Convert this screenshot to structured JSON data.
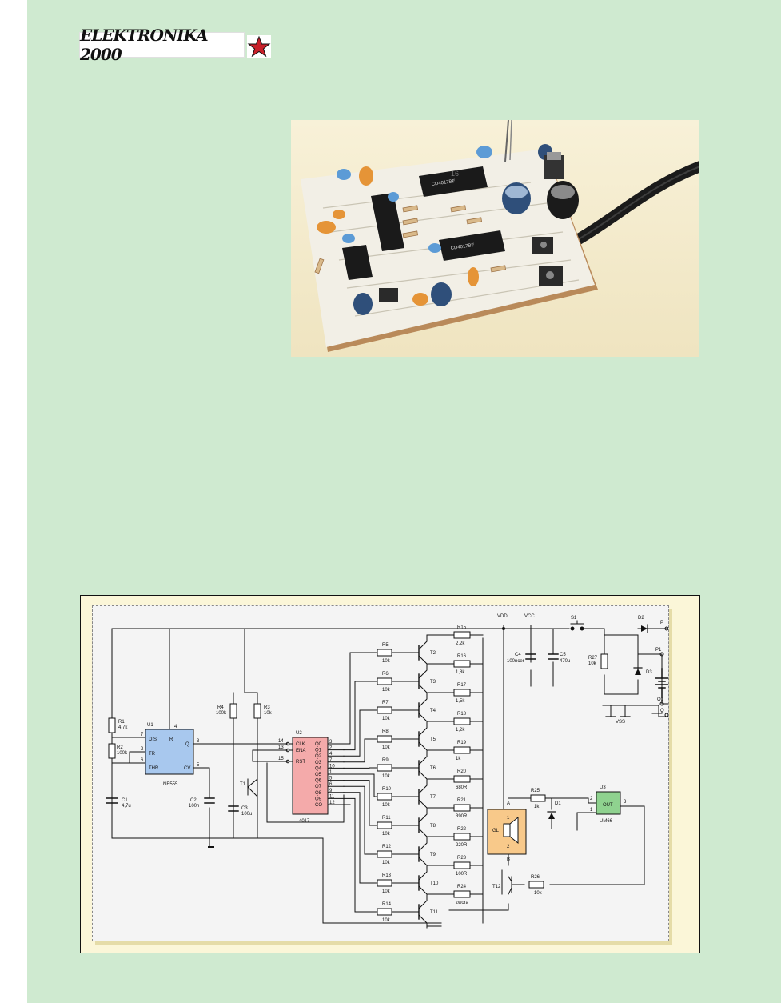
{
  "header": {
    "logo_text": "ELEKTRONIKA 2000",
    "logo_icon": "star-icon"
  },
  "photo": {
    "board_label": "16",
    "chip_labels": [
      "CD4017BE",
      "CD4017BE"
    ]
  },
  "schematic": {
    "power": {
      "vdd": "VDD",
      "vcc": "VCC",
      "vss": "VSS",
      "s1": "S1",
      "d2": "D2",
      "d3": "D3",
      "p": "P",
      "p1": "P1",
      "o1": "O1",
      "o": "O",
      "r27": "R27",
      "r27_val": "10k",
      "c4": "C4",
      "c4_val": "100ncer",
      "c5": "C5",
      "c5_val": "470u"
    },
    "timer": {
      "ref": "U1",
      "name": "NE555",
      "pins": {
        "dis": "DIS",
        "r": "R",
        "q": "Q",
        "tr": "TR",
        "thr": "THR",
        "cv": "CV"
      },
      "pin_numbers": {
        "p7": "7",
        "p4": "4",
        "p3": "3",
        "p2": "2",
        "p6": "6",
        "p5": "5"
      }
    },
    "counter": {
      "ref": "U2",
      "name": "4017",
      "left_pins": [
        {
          "num": "14",
          "label": "CLK"
        },
        {
          "num": "13",
          "label": "ENA"
        },
        {
          "num": "15",
          "label": "RST"
        }
      ],
      "outputs": [
        {
          "label": "Q0",
          "num": "3"
        },
        {
          "label": "Q1",
          "num": "2"
        },
        {
          "label": "Q2",
          "num": "4"
        },
        {
          "label": "Q3",
          "num": "7"
        },
        {
          "label": "Q4",
          "num": "10"
        },
        {
          "label": "Q5",
          "num": "1"
        },
        {
          "label": "Q6",
          "num": "5"
        },
        {
          "label": "Q7",
          "num": "6"
        },
        {
          "label": "Q8",
          "num": "9"
        },
        {
          "label": "Q9",
          "num": "11"
        },
        {
          "label": "CO",
          "num": "12"
        }
      ]
    },
    "left_parts": {
      "r1": "R1",
      "r1_val": "4,7k",
      "r2": "R2",
      "r2_val": "100k",
      "c1": "C1",
      "c1_val": "4,7u",
      "c2": "C2",
      "c2_val": "100n",
      "c3": "C3",
      "c3_val": "100u",
      "r3": "R3",
      "r3_val": "10k",
      "r4": "R4",
      "r4_val": "100k",
      "t1": "T1"
    },
    "stages": [
      {
        "rb": "R5",
        "rb_val": "10k",
        "t": "T2",
        "rc": "R15",
        "rc_val": "2,2k"
      },
      {
        "rb": "R6",
        "rb_val": "10k",
        "t": "T3",
        "rc": "R16",
        "rc_val": "1,8k"
      },
      {
        "rb": "R7",
        "rb_val": "10k",
        "t": "T4",
        "rc": "R17",
        "rc_val": "1,5k"
      },
      {
        "rb": "R8",
        "rb_val": "10k",
        "t": "T5",
        "rc": "R18",
        "rc_val": "1,2k"
      },
      {
        "rb": "R9",
        "rb_val": "10k",
        "t": "T6",
        "rc": "R19",
        "rc_val": "1k"
      },
      {
        "rb": "R10",
        "rb_val": "10k",
        "t": "T7",
        "rc": "R20",
        "rc_val": "680R"
      },
      {
        "rb": "R11",
        "rb_val": "10k",
        "t": "T8",
        "rc": "R21",
        "rc_val": "390R"
      },
      {
        "rb": "R12",
        "rb_val": "10k",
        "t": "T9",
        "rc": "R22",
        "rc_val": "220R"
      },
      {
        "rb": "R13",
        "rb_val": "10k",
        "t": "T10",
        "rc": "R23",
        "rc_val": "100R"
      },
      {
        "rb": "R14",
        "rb_val": "10k",
        "t": "T11",
        "rc": "R24",
        "rc_val": "zwora"
      }
    ],
    "output_stage": {
      "gl": "GL",
      "a": "A",
      "b": "B",
      "pin1": "1",
      "pin2": "2",
      "r25": "R25",
      "r25_val": "1k",
      "d1": "D1",
      "u3": "U3",
      "u3_name": "UM66",
      "u3_out": "OUT",
      "u3_pin_plus": "2",
      "u3_pin_minus": "1",
      "u3_pin_out": "3",
      "t12": "T12",
      "r26": "R26",
      "r26_val": "10k"
    }
  }
}
